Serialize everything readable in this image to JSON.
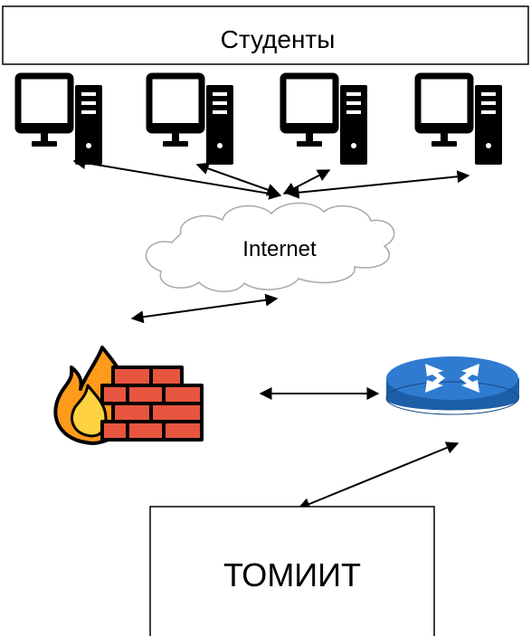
{
  "diagram": {
    "students_label": "Студенты",
    "internet_label": "Internet",
    "tomiit_label": "ТОМИИТ",
    "nodes": {
      "computers": [
        {
          "icon": "desktop-computer-icon"
        },
        {
          "icon": "desktop-computer-icon"
        },
        {
          "icon": "desktop-computer-icon"
        },
        {
          "icon": "desktop-computer-icon"
        }
      ],
      "cloud": {
        "icon": "cloud-icon"
      },
      "firewall": {
        "icon": "firewall-icon"
      },
      "router": {
        "icon": "router-icon"
      }
    },
    "colors": {
      "stroke": "#000000",
      "firewall_brick": "#E8553F",
      "firewall_flame_outer": "#FF9B1A",
      "firewall_flame_inner": "#FFD23F",
      "router_top": "#2F7BD0",
      "router_side": "#1D5EA8"
    }
  }
}
